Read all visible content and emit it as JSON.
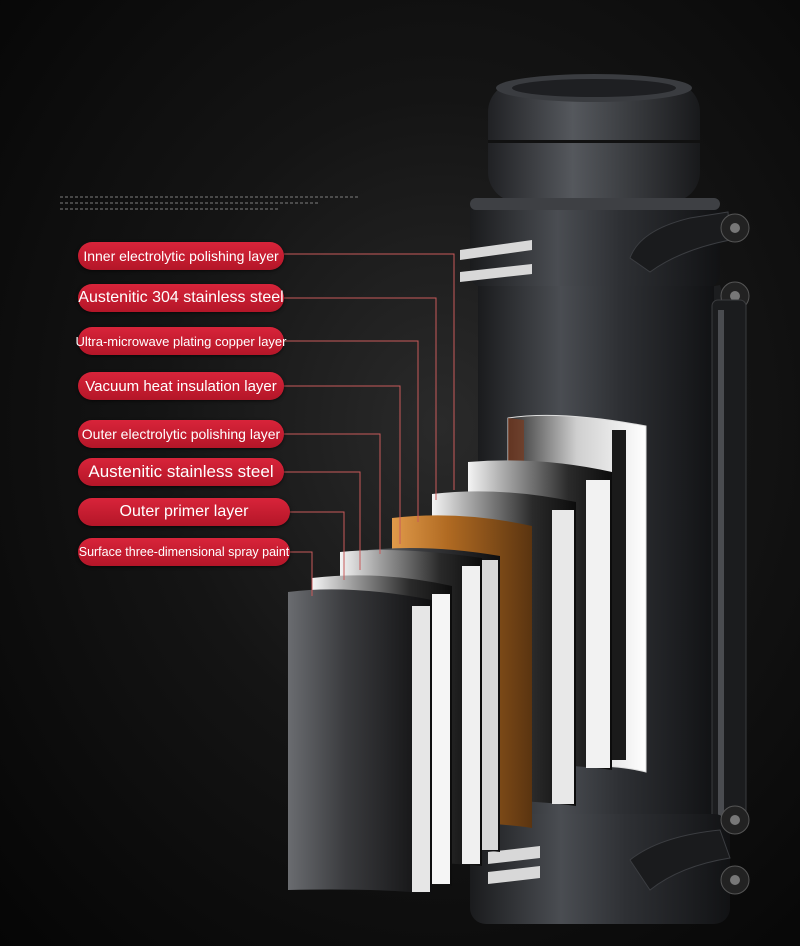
{
  "layers": [
    "Inner electrolytic polishing layer",
    "Austenitic 304 stainless steel",
    "Ultra-microwave  plating copper layer",
    "Vacuum heat insulation layer",
    "Outer electrolytic polishing layer",
    "Austenitic stainless steel",
    "Outer primer layer",
    "Surface three-dimensional spray paint"
  ],
  "colors": {
    "label_red": "#c91d31",
    "copper": "#c27a2e",
    "body": "#2b2d30",
    "leader_line": "#c85a5a"
  }
}
